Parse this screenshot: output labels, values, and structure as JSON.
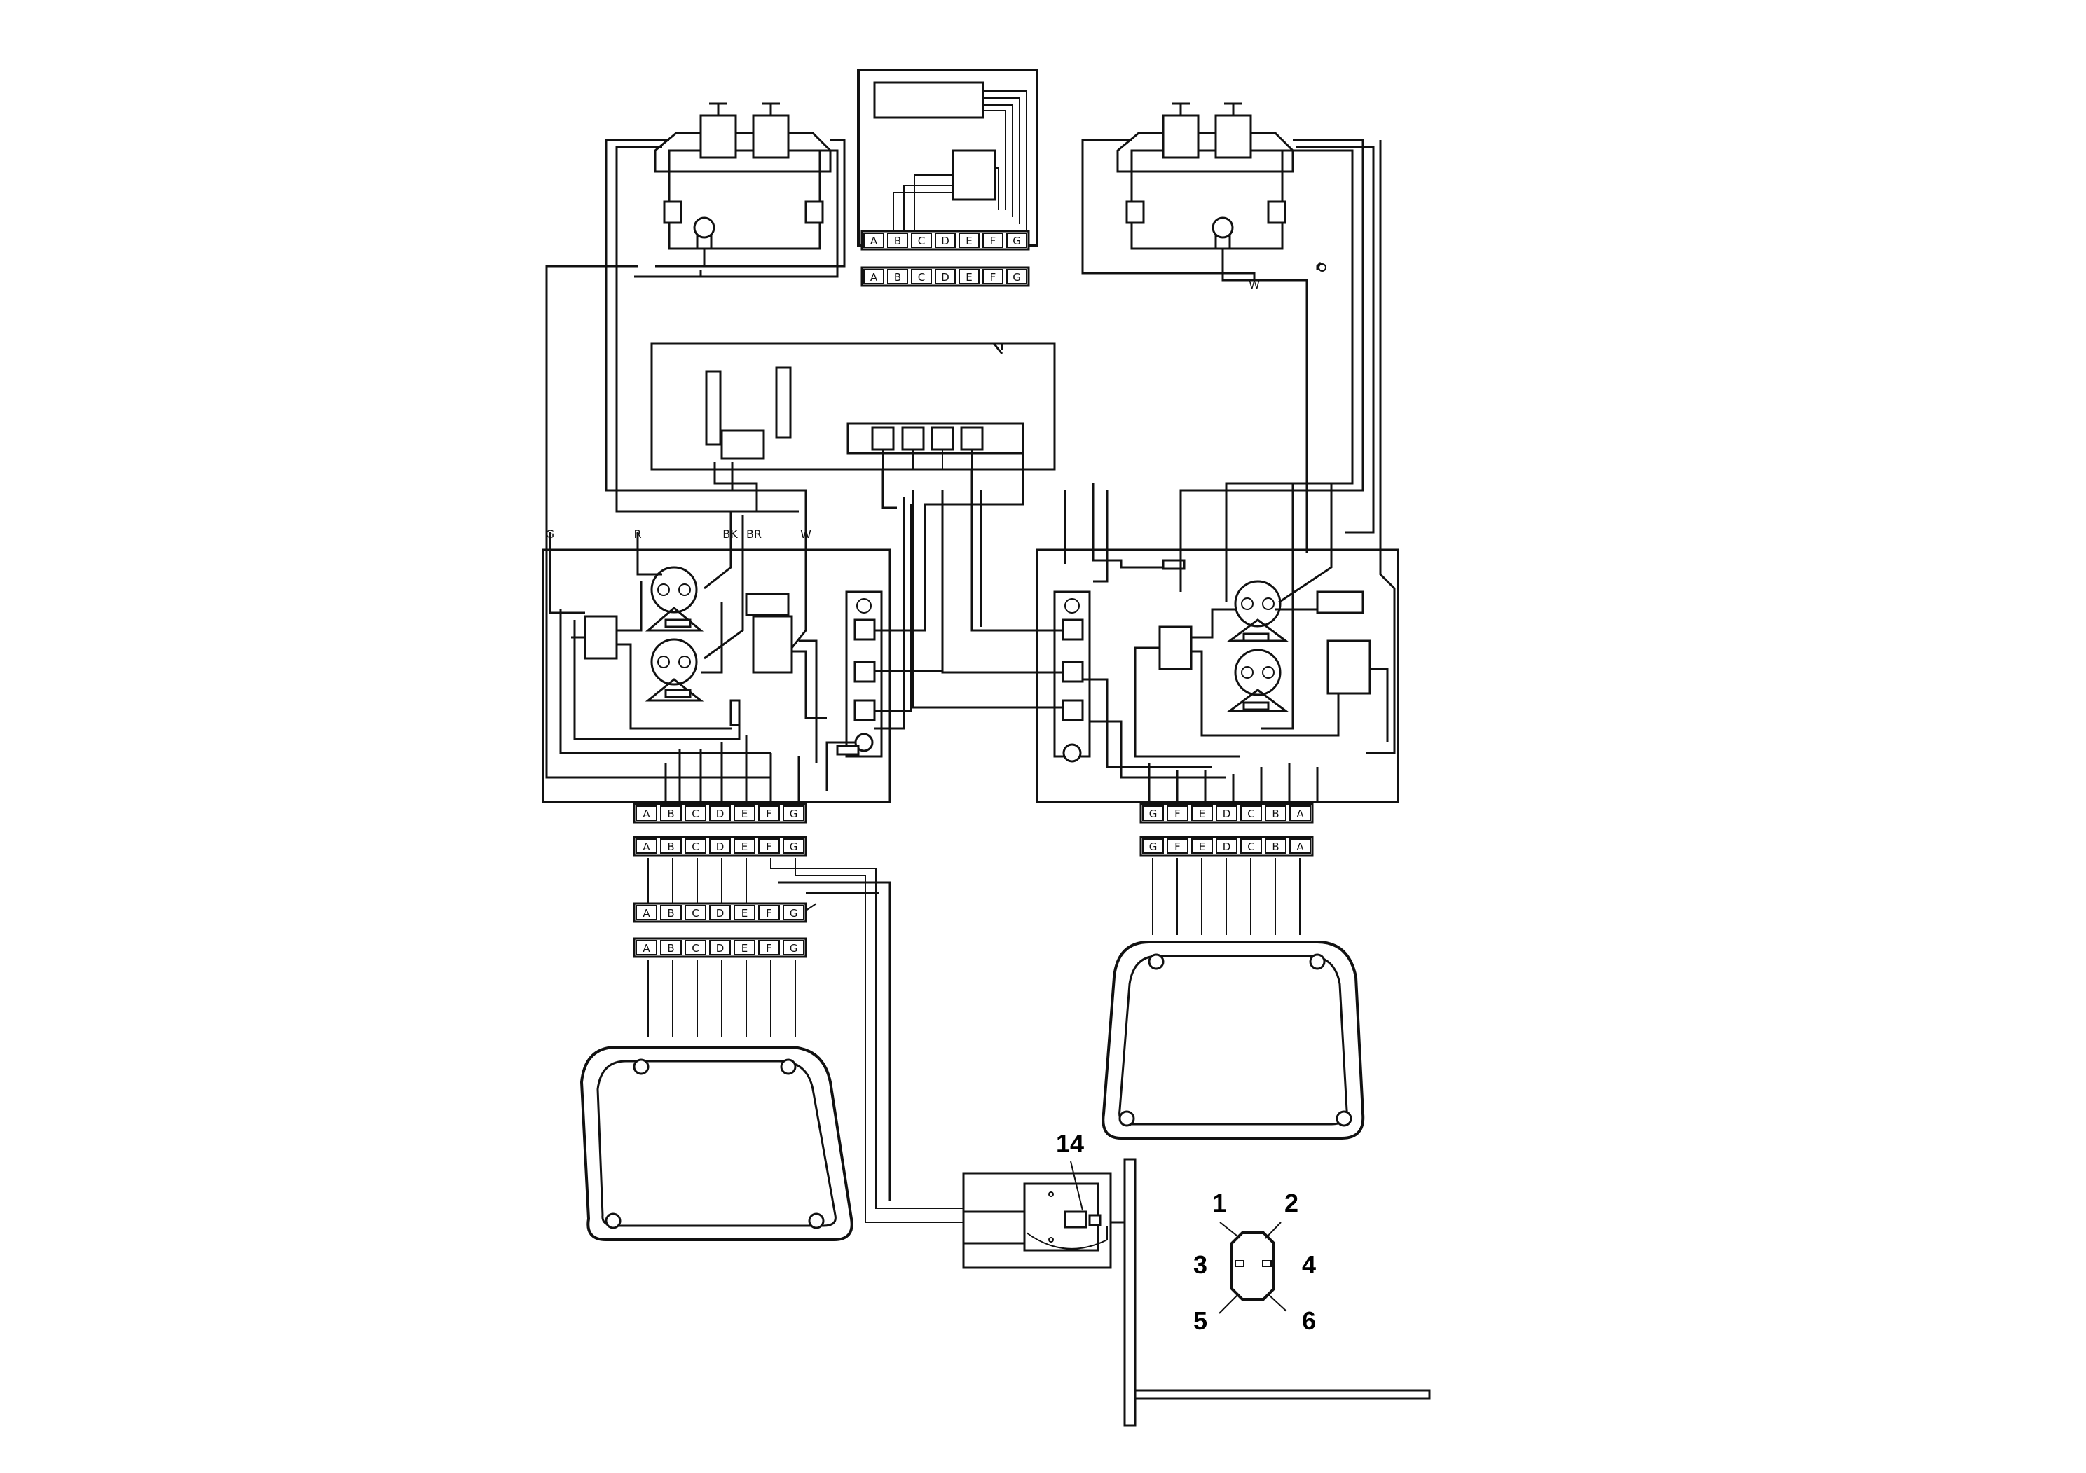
{
  "wire_labels": {
    "left_g": "G",
    "left_r": "R",
    "left_bk": "BK",
    "left_br": "BR",
    "left_w": "W",
    "right_w": "W"
  },
  "connectors": {
    "top_center_upper": [
      "A",
      "B",
      "C",
      "D",
      "E",
      "F",
      "G"
    ],
    "top_center_lower": [
      "A",
      "B",
      "C",
      "D",
      "E",
      "F",
      "G"
    ],
    "left_1": [
      "A",
      "B",
      "C",
      "D",
      "E",
      "F",
      "G"
    ],
    "left_2": [
      "A",
      "B",
      "C",
      "D",
      "E",
      "F",
      "G"
    ],
    "left_3": [
      "A",
      "B",
      "C",
      "D",
      "E",
      "F",
      "G"
    ],
    "left_4": [
      "A",
      "B",
      "C",
      "D",
      "E",
      "F",
      "G"
    ],
    "right_1": [
      "G",
      "F",
      "E",
      "D",
      "C",
      "B",
      "A"
    ],
    "right_2": [
      "G",
      "F",
      "E",
      "D",
      "C",
      "B",
      "A"
    ]
  },
  "callouts": {
    "c14": "14",
    "c1": "1",
    "c2": "2",
    "c3": "3",
    "c4": "4",
    "c5": "5",
    "c6": "6"
  }
}
